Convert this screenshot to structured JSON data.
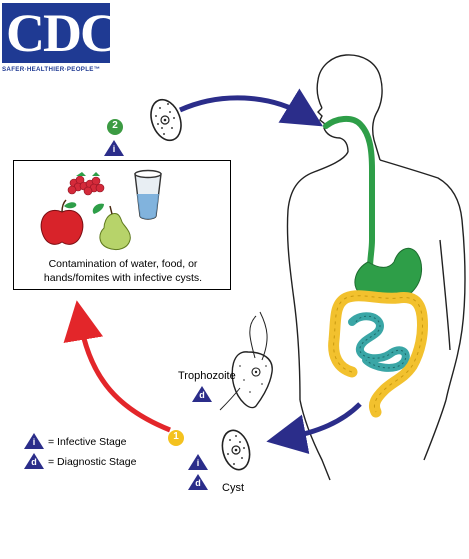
{
  "logo": {
    "letters": "CDC",
    "tagline": "SAFER·HEALTHIER·PEOPLE™"
  },
  "contamination_text": "Contamination of water, food, or hands/fomites with infective cysts.",
  "stages": {
    "step1_number": "1",
    "step2_number": "2",
    "trophozoite_label": "Trophozoite",
    "cyst_label": "Cyst"
  },
  "markers": {
    "infective_letter": "i",
    "diagnostic_letter": "d"
  },
  "legend": {
    "infective": "= Infective Stage",
    "diagnostic": "= Diagnostic Stage"
  },
  "colors": {
    "logo_blue": "#1f3a93",
    "arrow_blue": "#2b2d8a",
    "arrow_red": "#e3262a",
    "step1_circle": "#f4c21f",
    "step2_circle": "#3c9b43",
    "esophagus_stomach": "#2e9e48",
    "colon": "#f2c12e",
    "small_intestine": "#3aa6a6",
    "marker_triangle": "#2b2d8a"
  }
}
